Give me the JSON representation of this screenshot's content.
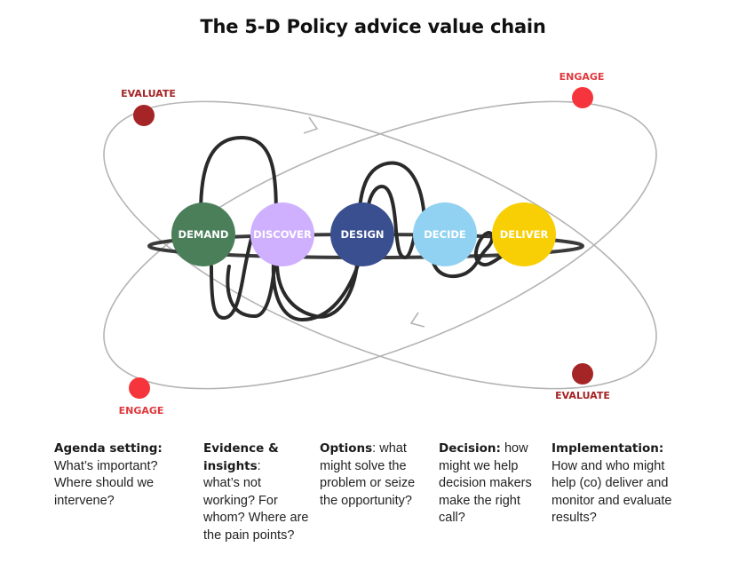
{
  "title": "The 5-D Policy advice value chain",
  "stages": [
    {
      "label": "DEMAND",
      "color": "#4a7f5a"
    },
    {
      "label": "DISCOVER",
      "color": "#cfb0ff"
    },
    {
      "label": "DESIGN",
      "color": "#394f90"
    },
    {
      "label": "DECIDE",
      "color": "#91d2f2"
    },
    {
      "label": "DELIVER",
      "color": "#f8cf05"
    }
  ],
  "markers": {
    "evaluate_top_left": {
      "label": "EVALUATE",
      "color": "#a52426"
    },
    "engage_top_right": {
      "label": "ENGAGE",
      "color": "#f5353b"
    },
    "engage_bottom_left": {
      "label": "ENGAGE",
      "color": "#f5353b"
    },
    "evaluate_bottom_right": {
      "label": "EVALUATE",
      "color": "#a52426"
    }
  },
  "descriptions": [
    {
      "heading": "Agenda setting:",
      "body": "What’s important? Where should we intervene?"
    },
    {
      "heading": "Evidence & insights",
      "heading_suffix": ":",
      "body": "what’s not working? For whom?  Where are the pain points?"
    },
    {
      "heading": "Options",
      "heading_suffix": ":",
      "body": " what might solve the problem or seize the opportunity?"
    },
    {
      "heading": "Decision:",
      "body": " how might we help decision makers make the right call?"
    },
    {
      "heading": "Implementation:",
      "body": "How and who might help (co) deliver and monitor and evaluate results?"
    }
  ]
}
